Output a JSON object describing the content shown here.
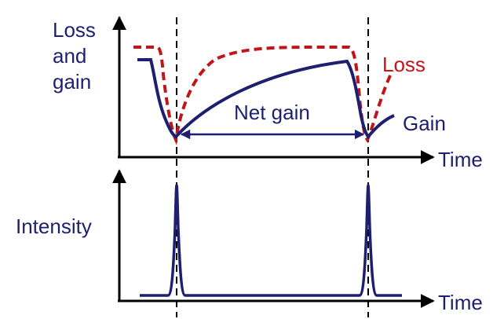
{
  "top_panel": {
    "y_label_lines": [
      "Loss",
      "and",
      "gain"
    ],
    "x_label": "Time",
    "loss_label": "Loss",
    "gain_label": "Gain",
    "net_gain_label": "Net gain"
  },
  "bottom_panel": {
    "y_label": "Intensity",
    "x_label": "Time"
  },
  "colors": {
    "gain": "#1e1f6e",
    "loss": "#c0161a",
    "axis": "#000000",
    "text": "#1e1f6e"
  }
}
